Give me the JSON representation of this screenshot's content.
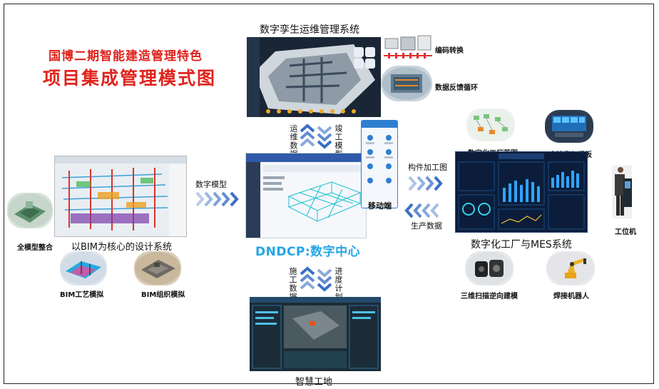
{
  "heading": {
    "line1": "国博二期智能建造管理特色",
    "line2": "项目集成管理模式图"
  },
  "top": {
    "system_title": "数字孪生运维管理系统",
    "encode_label": "编码转换",
    "feedback_label": "数据反馈循环"
  },
  "left": {
    "system_title": "以BIM为核心的设计系统",
    "full_model_label": "全模型整合",
    "bim_process_label": "BIM工艺模拟",
    "bim_org_label": "BIM组织模拟"
  },
  "center": {
    "title": "DNDCP:数字中心",
    "mobile_label": "移动端"
  },
  "bottom": {
    "system_title": "智慧工地"
  },
  "right": {
    "blueprint_label": "数字化工厂蓝图",
    "control_label": "中控室与看板",
    "system_title": "数字化工厂与MES系统",
    "station_label": "工位机",
    "scan_label": "三维扫描逆向建模",
    "robot_label": "焊接机器人"
  },
  "flows": {
    "digital_model": "数字模型",
    "ops_data": "运维数据",
    "completion_model": "竣工模型",
    "component_drawing": "构件加工图",
    "production_data": "生产数据",
    "construction_data": "施工数据",
    "progress_plan": "进度计划"
  },
  "colors": {
    "title_red": "#e0231c",
    "center_blue": "#23a6e6",
    "arrow_blue": "#3a6fc4"
  }
}
